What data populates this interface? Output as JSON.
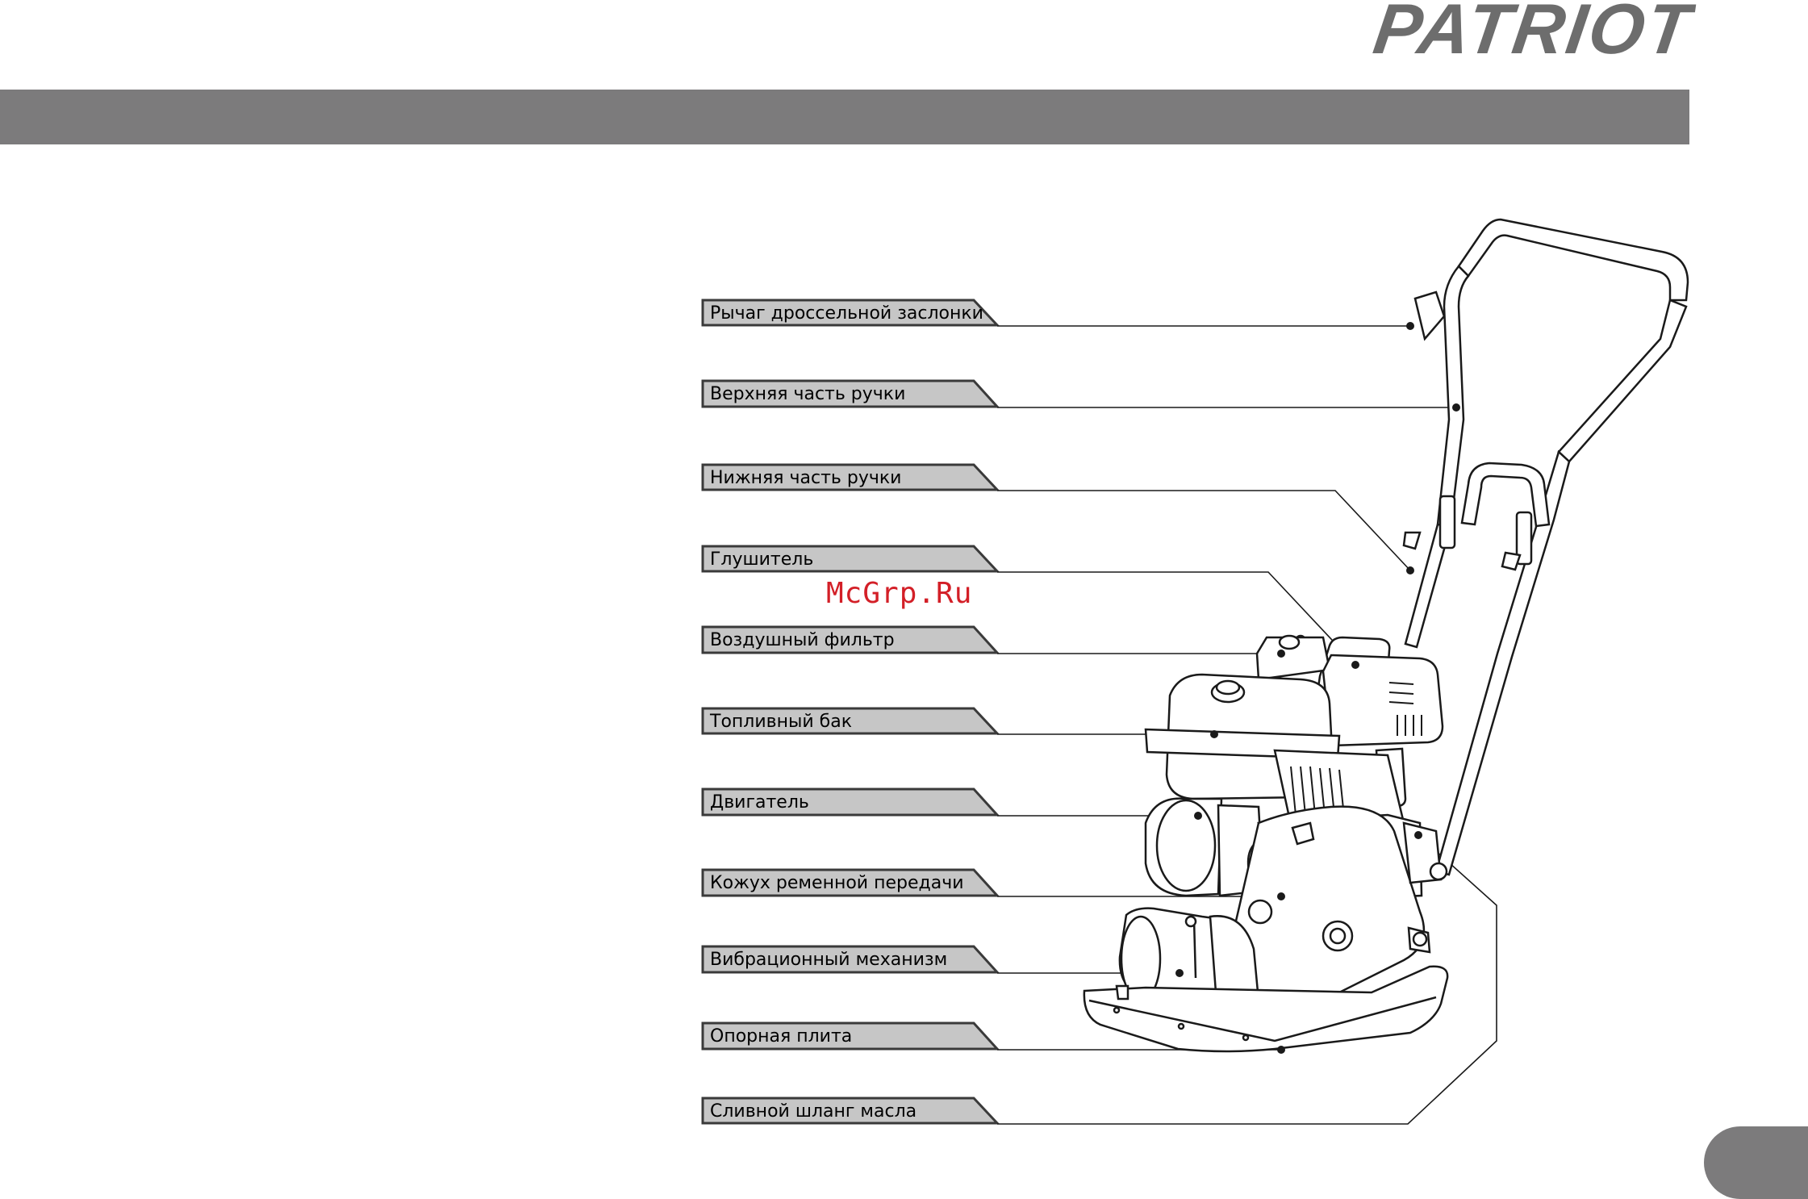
{
  "brand": {
    "logo_text": "PATRIOT"
  },
  "watermark": "McGrp.Ru",
  "parts": [
    {
      "id": "throttle-lever",
      "label": "Рычаг дроссельной заслонки"
    },
    {
      "id": "upper-handle",
      "label": "Верхняя часть ручки"
    },
    {
      "id": "lower-handle",
      "label": "Нижняя часть ручки"
    },
    {
      "id": "muffler",
      "label": "Глушитель"
    },
    {
      "id": "air-filter",
      "label": "Воздушный фильтр"
    },
    {
      "id": "fuel-tank",
      "label": "Топливный бак"
    },
    {
      "id": "engine",
      "label": "Двигатель"
    },
    {
      "id": "belt-cover",
      "label": "Кожух ременной передачи"
    },
    {
      "id": "vibration-mechanism",
      "label": "Вибрационный механизм"
    },
    {
      "id": "base-plate",
      "label": "Опорная плита"
    },
    {
      "id": "oil-drain-hose",
      "label": "Сливной шланг масла"
    }
  ],
  "colors": {
    "header_bar": "#7c7b7c",
    "label_fill": "#c6c6c6",
    "label_shadow": "#3a3a3a",
    "watermark": "#d31f27",
    "logo": "#6d6d6d"
  }
}
